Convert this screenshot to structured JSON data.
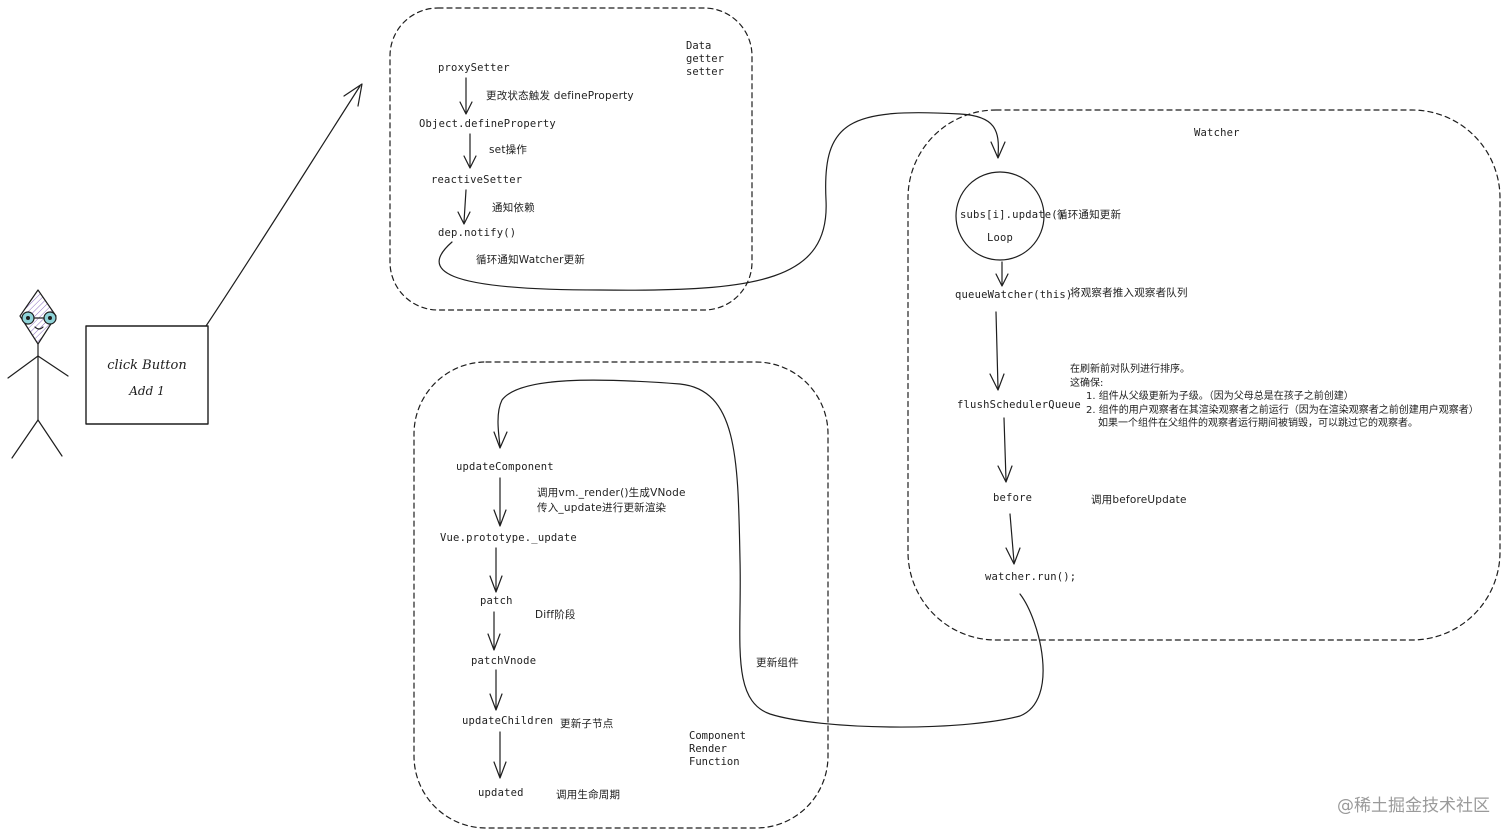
{
  "actor": {
    "button_line1": "click Button",
    "button_line2": "Add 1"
  },
  "data_group": {
    "title_lines": [
      "Data",
      "getter",
      "setter"
    ],
    "nodes": {
      "proxy_setter": "proxySetter",
      "object_define_property": "Object.defineProperty",
      "reactive_setter": "reactiveSetter",
      "dep_notify": "dep.notify()"
    },
    "labels": {
      "change_state": "更改状态触发 defineProperty",
      "set_op": "set操作",
      "notify_dep": "通知依赖",
      "loop_notify_watcher": "循环通知Watcher更新"
    }
  },
  "watcher_group": {
    "title": "Watcher",
    "nodes": {
      "subs_update": "subs[i].update()",
      "loop": "Loop",
      "queue_watcher": "queueWatcher(this)",
      "flush_scheduler_queue": "flushSchedulerQueue",
      "before": "before",
      "watcher_run": "watcher.run();"
    },
    "labels": {
      "loop_notify_update": "循环通知更新",
      "push_queue": "将观察者推入观察者队列",
      "call_before_update": "调用beforeUpdate"
    },
    "sort_note": {
      "line1": "在刷新前对队列进行排序。",
      "line2": "这确保:",
      "item1": "1.  组件从父级更新为子级。（因为父母总是在孩子之前创建）",
      "item2": "2.  组件的用户观察者在其渲染观察者之前运行（因为在渲染观察者之前创建用户观察者）",
      "item3": "如果一个组件在父组件的观察者运行期间被销毁，可以跳过它的观察者。"
    }
  },
  "component_group": {
    "title_lines": [
      "Component",
      "Render",
      "Function"
    ],
    "nodes": {
      "update_component": "updateComponent",
      "vue_prototype_update": "Vue.prototype._update",
      "patch": "patch",
      "patch_vnode": "patchVnode",
      "update_children": "updateChildren",
      "updated": "updated"
    },
    "labels": {
      "call_render_line1": "调用vm._render()生成VNode",
      "call_render_line2": "传入_update进行更新渲染",
      "diff_phase": "Diff阶段",
      "update_children_nodes": "更新子节点",
      "call_lifecycle": "调用生命周期",
      "update_component_edge": "更新组件"
    }
  },
  "watermark": "@稀土掘金技术社区",
  "colors": {
    "stroke": "#1e1e1e",
    "actor_head_fill": "#d9c7f0",
    "actor_eye_fill": "#8fd3d8",
    "watermark": "#9a9a9a"
  }
}
